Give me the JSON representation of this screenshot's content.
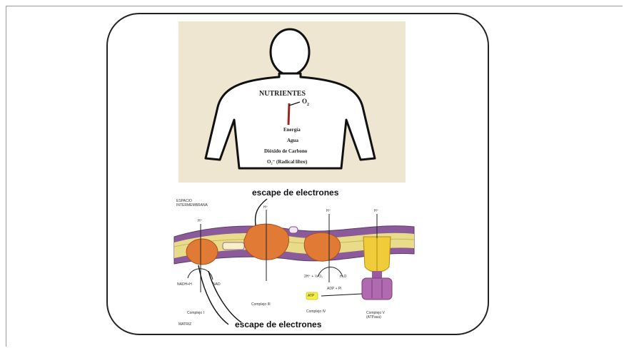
{
  "figure": {
    "nutrients_title": "NUTRIENTES",
    "oxygen_label": "O",
    "oxygen_subscript": "2",
    "products": [
      "Energía",
      "Agua",
      "Dióxido de Carbono",
      "O₂⁻ (Radical libre)"
    ],
    "escape_top": "escape de electrones",
    "escape_bottom": "escape de electrones",
    "intermembrane_label": "ESPACIO INTERMEMBRANA",
    "matrix_label": "MATRIZ",
    "complexes": [
      "Complejo I",
      "Complejo III",
      "Complejo IV",
      "Complejo V\n(ATPasa)"
    ],
    "reactions": {
      "nadh": "NADH+H",
      "nad": "NAD",
      "o2_h": "2H⁺ + ½ O₂",
      "h2o": "H₂O",
      "adp": "ADP + Pi",
      "atp": "ATP",
      "hplus": "H⁺"
    }
  },
  "colors": {
    "panel_bg": "#efe6d2",
    "membrane_purple": "#8a5a9a",
    "lipid_yellow": "#e8dc8a",
    "protein_orange": "#e07a35",
    "atpase_yellow": "#f1cc3a",
    "atpase_purple": "#b06ab0",
    "body_red": "#a22424"
  }
}
